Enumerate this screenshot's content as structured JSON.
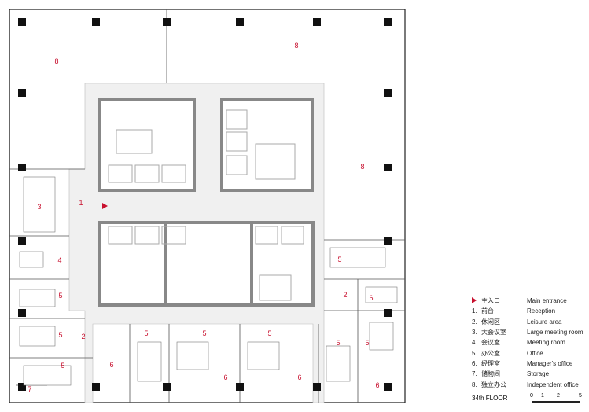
{
  "plan": {
    "title": "34th FLOOR",
    "room_labels": [
      "8",
      "8",
      "8",
      "1",
      "3",
      "4",
      "5",
      "5",
      "5",
      "5",
      "5",
      "5",
      "5",
      "5",
      "5",
      "2",
      "2",
      "6",
      "6",
      "6",
      "6",
      "6",
      "7"
    ]
  },
  "legend": [
    {
      "num": "",
      "zh": "主入口",
      "en": "Main entrance"
    },
    {
      "num": "1.",
      "zh": "前台",
      "en": "Reception"
    },
    {
      "num": "2.",
      "zh": "休闲区",
      "en": "Leisure area"
    },
    {
      "num": "3.",
      "zh": "大会议室",
      "en": "Large meeting room"
    },
    {
      "num": "4.",
      "zh": "会议室",
      "en": "Meeting room"
    },
    {
      "num": "5.",
      "zh": "办公室",
      "en": "Office"
    },
    {
      "num": "6.",
      "zh": "经理室",
      "en": "Manager's office"
    },
    {
      "num": "7.",
      "zh": "储物间",
      "en": "Storage"
    },
    {
      "num": "8.",
      "zh": "独立办公",
      "en": "Independent office"
    }
  ],
  "scale": {
    "ticks": [
      "0",
      "1",
      "2",
      "5"
    ]
  },
  "colors": {
    "accent": "#c8102e",
    "wall": "#8a8a8a",
    "corridor": "#ececec"
  }
}
